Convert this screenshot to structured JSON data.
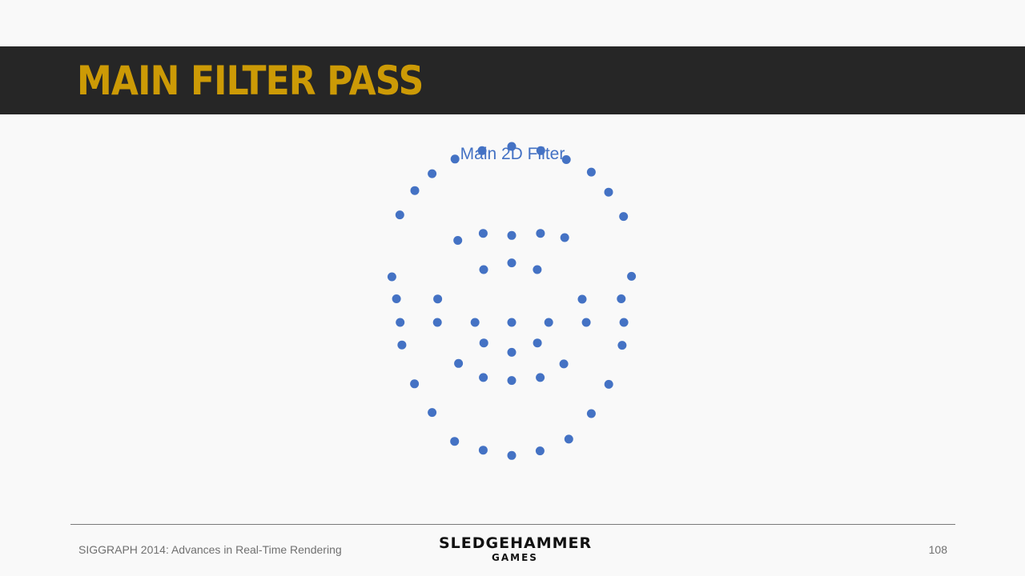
{
  "slide": {
    "title": "MAIN FILTER PASS",
    "title_color": "#cc9a06",
    "header_bar_color": "#262626",
    "background_color": "#f9f9f9"
  },
  "figure": {
    "caption": "Main 2D Filter",
    "caption_color": "#4472c4",
    "dot_color": "#4472c4",
    "sample_points": [
      [
        0.0,
        1.0
      ],
      [
        -0.168,
        0.976
      ],
      [
        0.165,
        0.976
      ],
      [
        -0.322,
        0.928
      ],
      [
        0.31,
        0.925
      ],
      [
        -0.452,
        0.845
      ],
      [
        0.452,
        0.854
      ],
      [
        -0.55,
        0.749
      ],
      [
        0.55,
        0.74
      ],
      [
        -0.635,
        0.611
      ],
      [
        0.635,
        0.602
      ],
      [
        -0.68,
        0.259
      ],
      [
        0.68,
        0.262
      ],
      [
        -0.654,
        0.134
      ],
      [
        0.622,
        0.134
      ],
      [
        -0.623,
        -0.128
      ],
      [
        0.627,
        -0.13
      ],
      [
        -0.552,
        -0.349
      ],
      [
        0.551,
        -0.352
      ],
      [
        -0.452,
        -0.512
      ],
      [
        0.452,
        -0.518
      ],
      [
        -0.324,
        -0.676
      ],
      [
        0.324,
        -0.663
      ],
      [
        -0.162,
        -0.726
      ],
      [
        0.161,
        -0.73
      ],
      [
        0.0,
        -0.756
      ],
      [
        -0.42,
        0.133
      ],
      [
        0.4,
        0.132
      ],
      [
        0.0,
        0.494
      ],
      [
        -0.162,
        0.506
      ],
      [
        0.163,
        0.506
      ],
      [
        -0.306,
        0.466
      ],
      [
        0.301,
        0.482
      ],
      [
        0.0,
        0.338
      ],
      [
        -0.159,
        0.3
      ],
      [
        0.145,
        0.3
      ],
      [
        -0.208,
        0.0
      ],
      [
        0.21,
        0.0
      ],
      [
        -0.633,
        0.0
      ],
      [
        0.637,
        0.0
      ],
      [
        -0.422,
        0.0
      ],
      [
        0.423,
        0.0
      ],
      [
        0.0,
        0.0
      ],
      [
        0.0,
        -0.17
      ],
      [
        -0.158,
        -0.117
      ],
      [
        0.146,
        -0.117
      ],
      [
        -0.302,
        -0.233
      ],
      [
        0.296,
        -0.236
      ],
      [
        -0.161,
        -0.313
      ],
      [
        0.162,
        -0.313
      ],
      [
        0.0,
        -0.33
      ]
    ]
  },
  "footer": {
    "conference": "SIGGRAPH 2014: Advances in Real-Time Rendering",
    "logo_main": "SLEDGEHAMMER",
    "logo_sub": "GAMES",
    "page_number": "108"
  }
}
